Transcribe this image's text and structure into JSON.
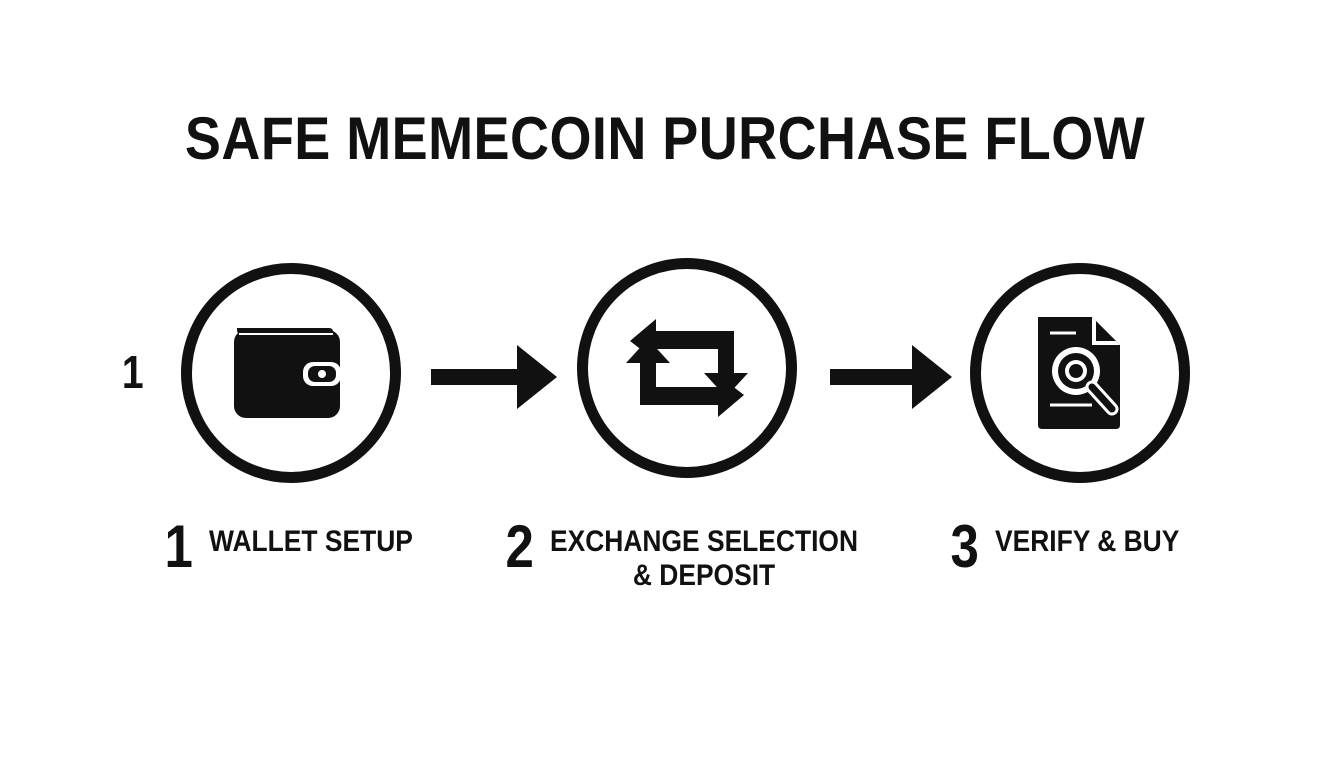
{
  "title": "SAFE MEMECOIN PURCHASE FLOW",
  "side_number": "1",
  "steps": [
    {
      "number": "1",
      "label_lines": [
        "WALLET SETUP"
      ],
      "icon": "wallet-icon"
    },
    {
      "number": "2",
      "label_lines": [
        "EXCHANGE SELECTION",
        "& DEPOSIT"
      ],
      "icon": "exchange-arrows-icon"
    },
    {
      "number": "3",
      "label_lines": [
        "VERIFY & BUY"
      ],
      "icon": "document-search-icon"
    }
  ],
  "colors": {
    "ink": "#111111",
    "background": "#ffffff"
  }
}
